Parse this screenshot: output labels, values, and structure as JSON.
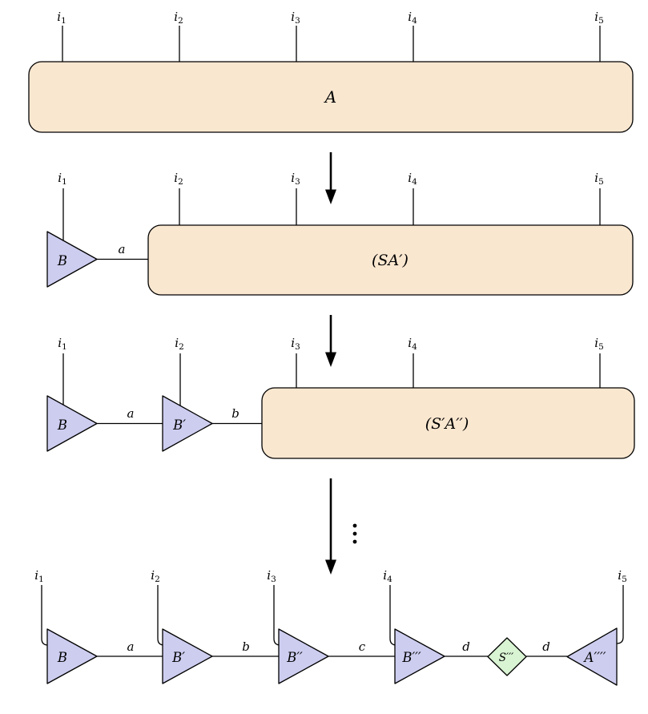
{
  "palette": {
    "background": "#ffffff",
    "stroke": "#000000",
    "tensor_fill": "#fae7d0",
    "triangle_fill": "#cdcdf0",
    "diamond_fill": "#d9f4d3"
  },
  "indices": [
    {
      "base": "i",
      "sub": "1"
    },
    {
      "base": "i",
      "sub": "2"
    },
    {
      "base": "i",
      "sub": "3"
    },
    {
      "base": "i",
      "sub": "4"
    },
    {
      "base": "i",
      "sub": "5"
    }
  ],
  "step1": {
    "tensor_label": "A"
  },
  "step2": {
    "triangle_labels": [
      "B"
    ],
    "bond_labels": [
      "a"
    ],
    "tensor_label": "(SA′)"
  },
  "step3": {
    "triangle_labels": [
      "B",
      "B′"
    ],
    "bond_labels": [
      "a",
      "b"
    ],
    "tensor_label": "(S′A′′)"
  },
  "step4": {
    "triangle_labels": [
      "B",
      "B′",
      "B′′",
      "B′′′"
    ],
    "bond_labels": [
      "a",
      "b",
      "c",
      "d",
      "d"
    ],
    "diamond_label": "S′′′",
    "right_triangle_label": "A′′′′"
  }
}
